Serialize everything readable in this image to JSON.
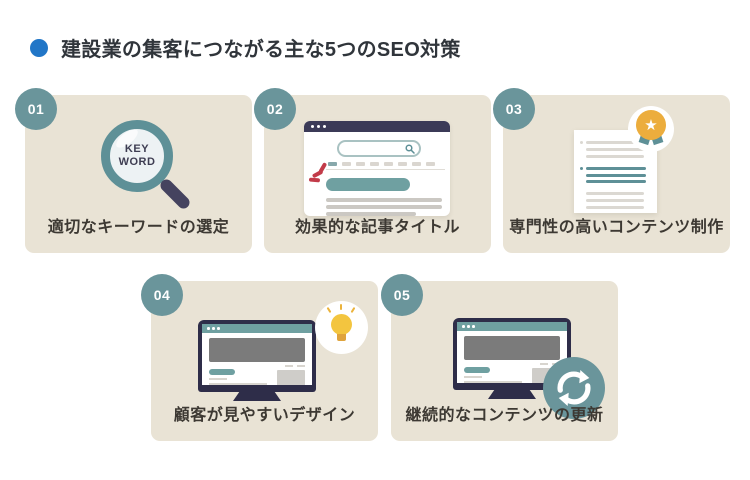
{
  "header": {
    "title": "建設業の集客につながる主な5つのSEO対策"
  },
  "colors": {
    "accent_blue": "#2176C7",
    "teal": "#6A959B",
    "teal_dark": "#5E9097",
    "card_bg": "#E9E3D5",
    "navy": "#3B3A57",
    "red": "#C23B49",
    "gold": "#ECAD3D",
    "yellow": "#F3C53F"
  },
  "icons": {
    "star": "★"
  },
  "cards": [
    {
      "number": "01",
      "label": "適切なキーワードの選定",
      "icon": "keyword-magnifier",
      "keyword_line1": "KEY",
      "keyword_line2": "WORD"
    },
    {
      "number": "02",
      "label": "効果的な記事タイトル",
      "icon": "browser-article-title"
    },
    {
      "number": "03",
      "label": "専門性の高いコンテンツ制作",
      "icon": "document-with-medal"
    },
    {
      "number": "04",
      "label": "顧客が見やすいデザイン",
      "icon": "monitor-with-lightbulb"
    },
    {
      "number": "05",
      "label": "継続的なコンテンツの更新",
      "icon": "monitor-with-refresh"
    }
  ]
}
